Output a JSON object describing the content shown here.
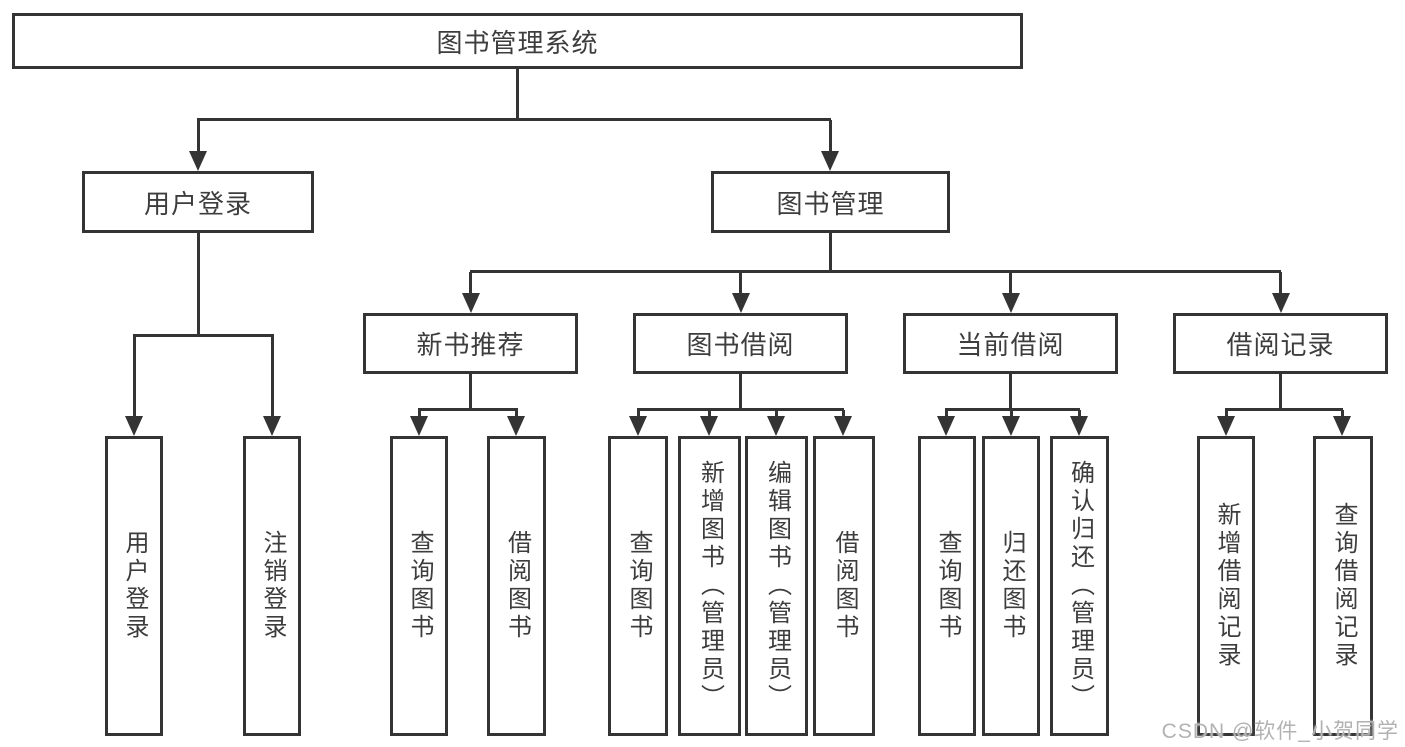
{
  "watermark": "CSDN @软件_小贺同学",
  "colors": {
    "line": "#343434",
    "text": "#3d3d3d",
    "watermark_text": "#b2b2b2",
    "background": "#ffffff"
  },
  "tree": {
    "root": {
      "label": "图书管理系统",
      "children": [
        {
          "label": "用户登录",
          "children": [
            {
              "label": "用户登录"
            },
            {
              "label": "注销登录"
            }
          ]
        },
        {
          "label": "图书管理",
          "children": [
            {
              "label": "新书推荐",
              "children": [
                {
                  "label": "查询图书"
                },
                {
                  "label": "借阅图书"
                }
              ]
            },
            {
              "label": "图书借阅",
              "children": [
                {
                  "label": "查询图书"
                },
                {
                  "label": "新增图书（管理员）"
                },
                {
                  "label": "编辑图书（管理员）"
                },
                {
                  "label": "借阅图书"
                }
              ]
            },
            {
              "label": "当前借阅",
              "children": [
                {
                  "label": "查询图书"
                },
                {
                  "label": "归还图书"
                },
                {
                  "label": "确认归还（管理员）"
                }
              ]
            },
            {
              "label": "借阅记录",
              "children": [
                {
                  "label": "新增借阅记录"
                },
                {
                  "label": "查询借阅记录"
                }
              ]
            }
          ]
        }
      ]
    }
  }
}
